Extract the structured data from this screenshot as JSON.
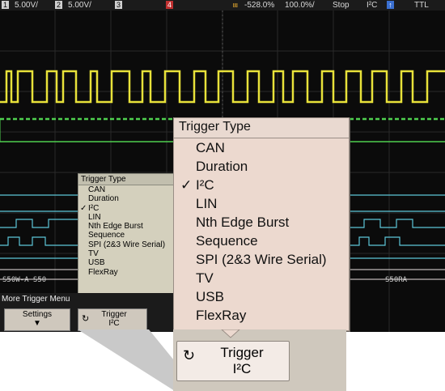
{
  "status_bar": {
    "ch1_label": "1",
    "ch1_scale": "5.00V/",
    "ch2_label": "2",
    "ch2_scale": "5.00V/",
    "ch3_label": "3",
    "ch4_label": "4",
    "time_offset": "-528.0%",
    "time_scale": "100.0%/",
    "run_state": "Stop",
    "trigger_protocol": "I²C",
    "logic_threshold": "TTL"
  },
  "decode_labels": {
    "left": "S50W-A  S50",
    "right": "S50RA"
  },
  "small_menu": {
    "title": "Trigger Type",
    "items": [
      "CAN",
      "Duration",
      "I²C",
      "LIN",
      "Nth Edge Burst",
      "Sequence",
      "SPI (2&3 Wire Serial)",
      "TV",
      "USB",
      "FlexRay"
    ],
    "selected": "I²C"
  },
  "big_menu": {
    "title": "Trigger Type",
    "items": [
      "CAN",
      "Duration",
      "I²C",
      "LIN",
      "Nth Edge Burst",
      "Sequence",
      "SPI (2&3 Wire Serial)",
      "TV",
      "USB",
      "FlexRay"
    ],
    "selected": "I²C"
  },
  "softkeys": {
    "menu_label": "More Trigger Menu",
    "settings_label": "Settings",
    "trigger_label": "Trigger",
    "trigger_value": "I²C"
  },
  "zoom_key": {
    "trigger_label": "Trigger",
    "trigger_value": "I²C"
  },
  "colors": {
    "screen_bg": "#0b0b0b",
    "ch1_yellow": "#e8e23a",
    "ch2_green": "#4fd04f",
    "menu_bg": "#ecd9cf",
    "softkey_bg": "#cfc8bd"
  },
  "icons": {
    "trigger_edge": "trigger-edge-icon",
    "submenu_arrow": "down-arrow-icon",
    "rotate_knob": "rotate-knob-icon"
  }
}
